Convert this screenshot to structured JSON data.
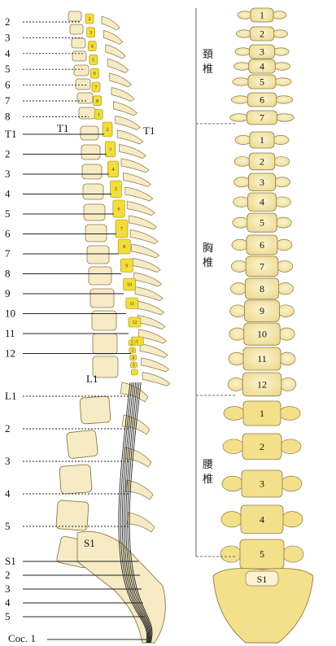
{
  "left_panel": {
    "cervical_labels": [
      "2",
      "3",
      "4",
      "5",
      "6",
      "7",
      "8"
    ],
    "thoracic_labels": [
      "T1",
      "2",
      "3",
      "4",
      "5",
      "6",
      "7",
      "8",
      "9",
      "10",
      "11",
      "12"
    ],
    "lumbar_labels": [
      "L1",
      "2",
      "3",
      "4",
      "5"
    ],
    "sacral_labels": [
      "S1",
      "2",
      "3",
      "4",
      "5"
    ],
    "coccygeal_label": "Coc. 1",
    "vertebra_marks": {
      "T1_left": "T1",
      "T1_right": "T1",
      "L1": "L1",
      "S1": "S1"
    },
    "cord_segment_numbers": [
      "2",
      "3",
      "4",
      "5",
      "6",
      "7",
      "8",
      "1",
      "2",
      "3",
      "4",
      "5",
      "6",
      "7",
      "8",
      "9",
      "10",
      "11",
      "12",
      "1",
      "2",
      "3",
      "4",
      "5"
    ]
  },
  "right_panel": {
    "cervical_numbers": [
      "1",
      "2",
      "3",
      "4",
      "5",
      "6",
      "7"
    ],
    "thoracic_numbers": [
      "1",
      "2",
      "3",
      "4",
      "5",
      "6",
      "7",
      "8",
      "9",
      "10",
      "11",
      "12"
    ],
    "lumbar_numbers": [
      "1",
      "2",
      "3",
      "4",
      "5"
    ],
    "sacral_label": "S1",
    "region_labels": {
      "cervical": [
        "頚",
        "椎"
      ],
      "thoracic": [
        "胸",
        "椎"
      ],
      "lumbar": [
        "腰",
        "椎"
      ]
    }
  },
  "colors": {
    "bone_fill": "#f6ebc4",
    "bone_stroke": "#8a7a4a",
    "cord_yellow": "#f3dd3a",
    "lumbar_bone_fill": "#f4e08a",
    "leader_line": "#222222"
  }
}
